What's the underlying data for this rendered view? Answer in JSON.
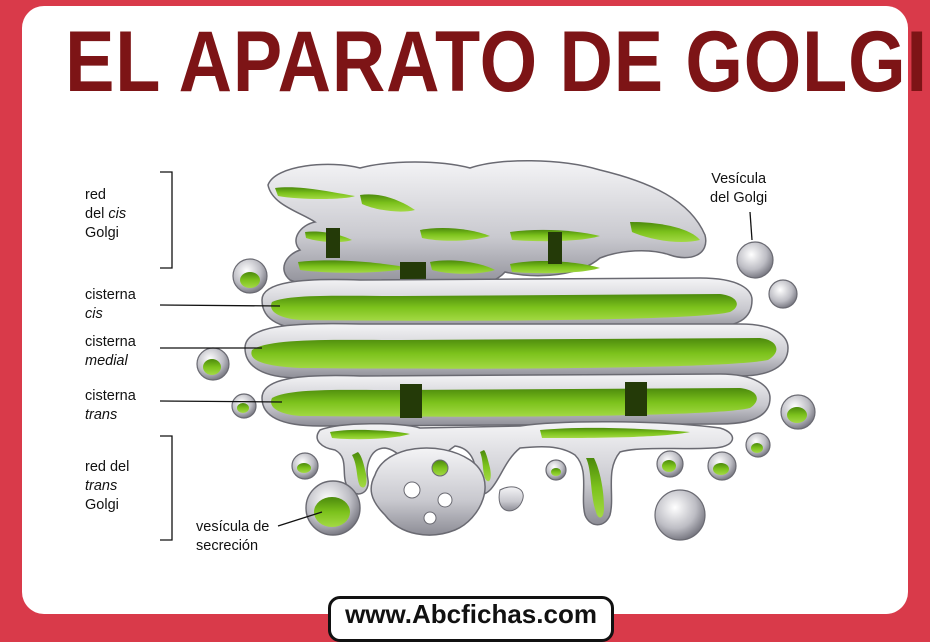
{
  "title": "EL APARATO DE GOLGI",
  "labels": {
    "cis_network": [
      "red",
      "del",
      "cis",
      "Golgi"
    ],
    "cis_cistern": [
      "cisterna",
      "cis"
    ],
    "medial_cistern": [
      "cisterna",
      "medial"
    ],
    "trans_cistern": [
      "cisterna",
      "trans"
    ],
    "trans_network": [
      "red del",
      "trans",
      "Golgi"
    ],
    "secretion_vesicle": [
      "vesícula de",
      "secreción"
    ],
    "golgi_vesicle": [
      "Vesícula",
      "del Golgi"
    ]
  },
  "footer": "www.Abcfichas.com",
  "colors": {
    "background": "#d93a4a",
    "title": "#7d1416",
    "lumen_green": "#7cc21c",
    "membrane_gray": "#d9d9dc"
  }
}
